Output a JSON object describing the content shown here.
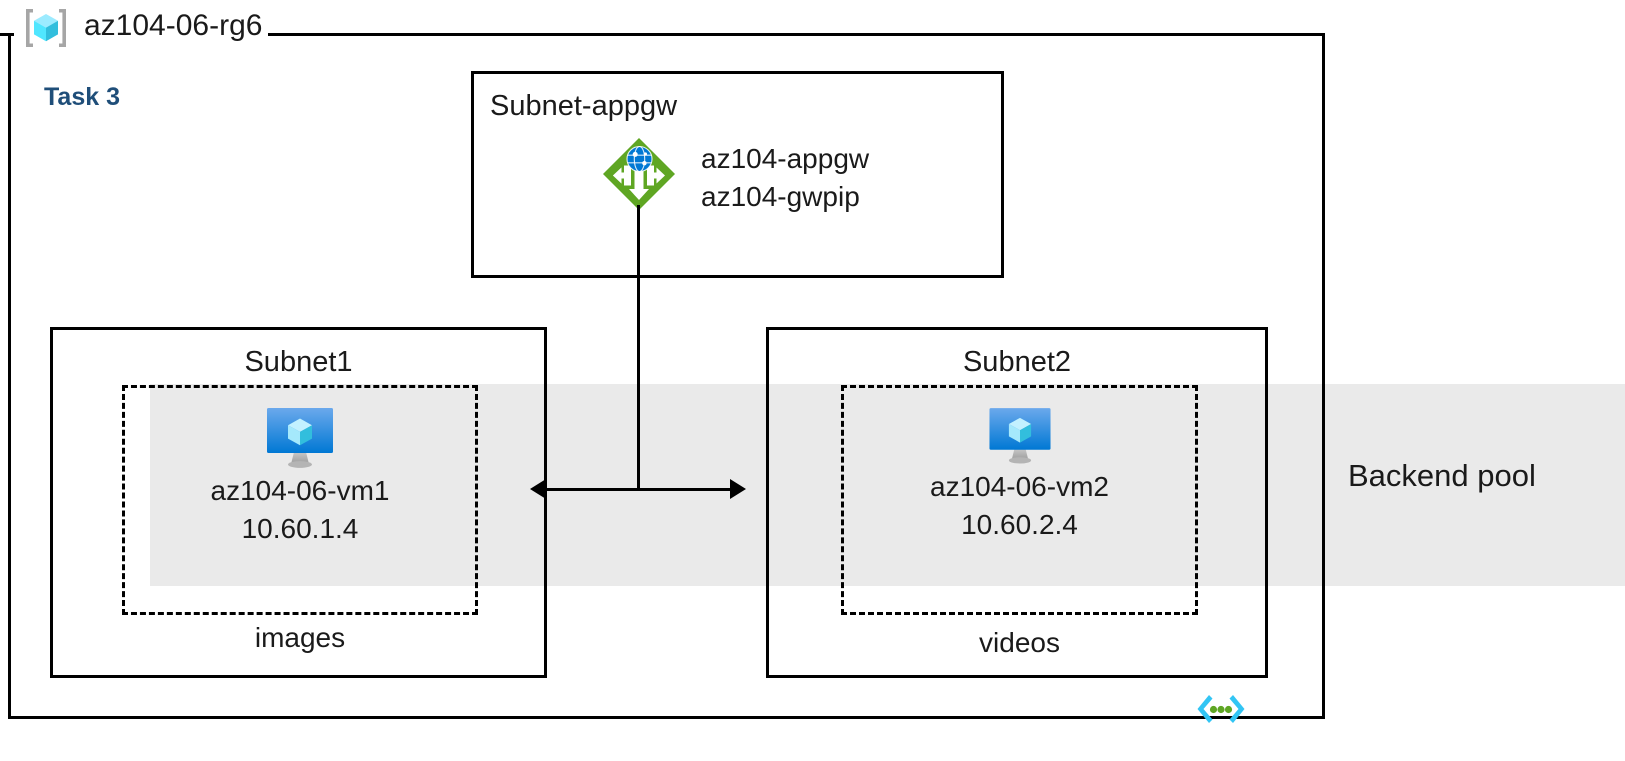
{
  "diagram": {
    "resource_group": {
      "name": "az104-06-rg6",
      "icon": "resource-group-icon"
    },
    "task_label": "Task 3",
    "backend_pool": {
      "label": "Backend pool",
      "band_color": "#eaeaea"
    },
    "code_icon": {
      "name": "code-brackets-icon",
      "bracket_color": "#32C5F4",
      "dot_color": "#5FA623"
    },
    "subnets": [
      {
        "id": "subnet-appgw",
        "title": "Subnet-appgw",
        "title_align": "left",
        "resources": [
          {
            "icon": "application-gateway-icon",
            "labels": [
              "az104-appgw",
              "az104-gwpip"
            ],
            "icon_color": "#5FA623",
            "globe_color": "#0078D4"
          }
        ]
      },
      {
        "id": "subnet1",
        "title": "Subnet1",
        "title_align": "center",
        "vm": {
          "icon": "virtual-machine-icon",
          "name": "az104-06-vm1",
          "ip": "10.60.1.4"
        },
        "storage_caption": "images"
      },
      {
        "id": "subnet2",
        "title": "Subnet2",
        "title_align": "center",
        "vm": {
          "icon": "virtual-machine-icon",
          "name": "az104-06-vm2",
          "ip": "10.60.2.4"
        },
        "storage_caption": "videos"
      }
    ],
    "colors": {
      "border": "#000000",
      "task_text": "#1F4E79",
      "body_text": "#1a1a1a",
      "appgw_green": "#5FA623",
      "azure_blue": "#0078D4",
      "cube_cyan": "#50E6FF"
    }
  }
}
